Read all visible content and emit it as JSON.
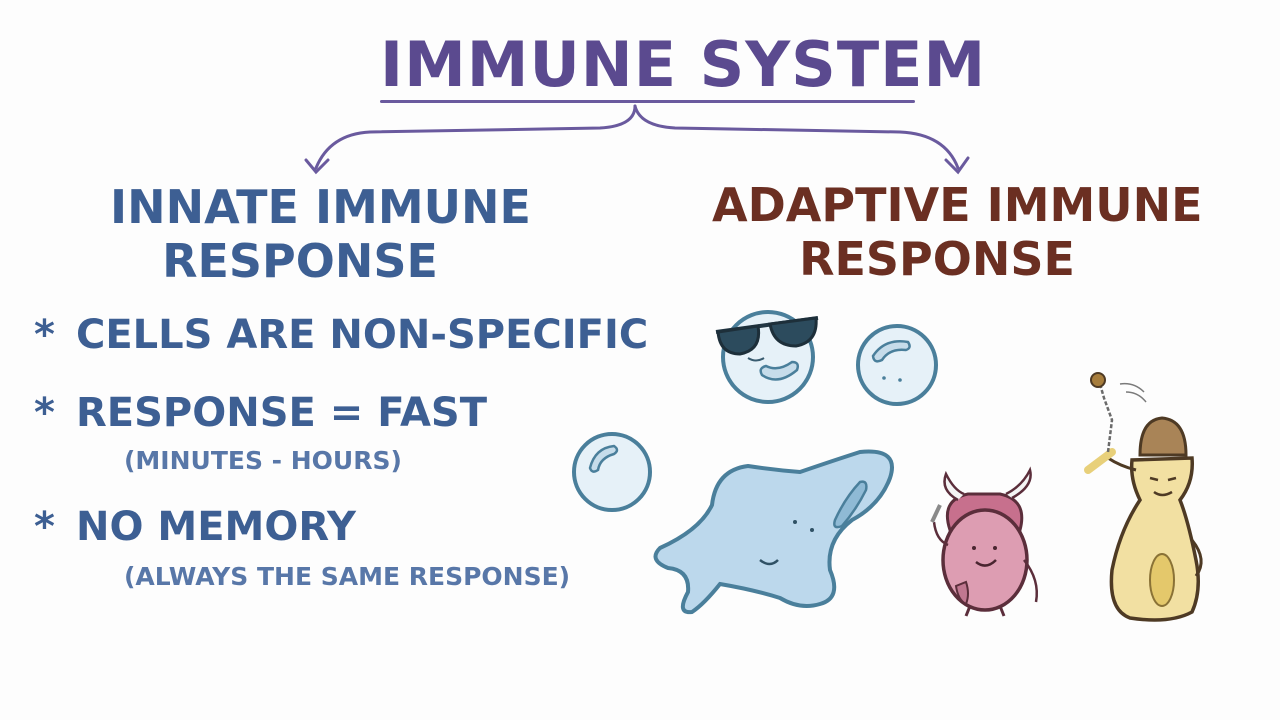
{
  "diagram": {
    "title": "IMMUNE SYSTEM",
    "innate": {
      "heading_line1": "INNATE IMMUNE",
      "heading_line2": "RESPONSE",
      "bullets": [
        {
          "marker": "*",
          "text": "CELLS ARE NON-SPECIFIC",
          "note": ""
        },
        {
          "marker": "*",
          "text": "RESPONSE = FAST",
          "note": "(MINUTES - HOURS)"
        },
        {
          "marker": "*",
          "text": "NO MEMORY",
          "note": "(ALWAYS THE SAME RESPONSE)"
        }
      ]
    },
    "adaptive": {
      "heading_line1": "ADAPTIVE IMMUNE",
      "heading_line2": "RESPONSE"
    },
    "colors": {
      "title": "#5b4a8f",
      "innate": "#3d5f93",
      "adaptive": "#6b2f22",
      "cell_blue": "#dcebf5",
      "cell_pink": "#d98fa9",
      "cell_yellow": "#f2e0a2"
    }
  }
}
